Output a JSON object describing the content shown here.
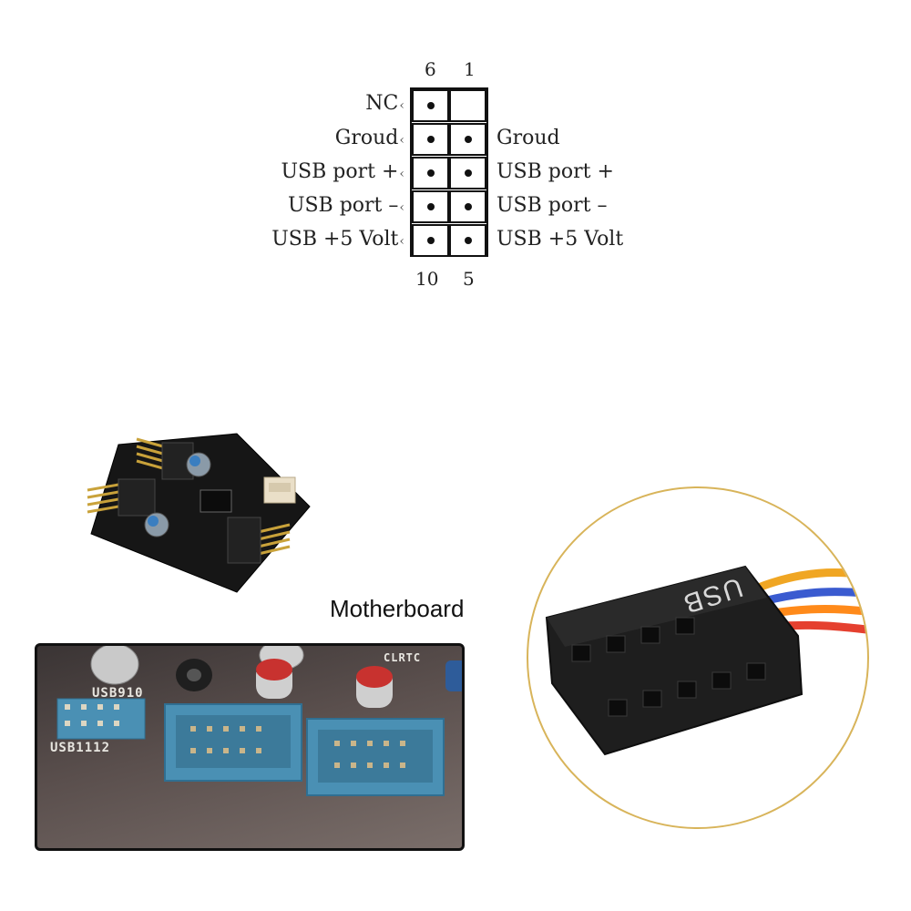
{
  "pinout": {
    "top_left_number": "6",
    "top_right_number": "1",
    "bottom_left_number": "10",
    "bottom_right_number": "5",
    "left_labels": [
      "NC",
      "Groud",
      "USB port +",
      "USB port –",
      "USB +5 Volt"
    ],
    "right_labels": [
      "",
      "Groud",
      "USB port +",
      "USB port –",
      "USB +5 Volt"
    ]
  },
  "photos": {
    "motherboard_title": "Motherboard",
    "mb_silk_usb910": "USB910",
    "mb_silk_usb1112": "USB1112",
    "mb_silk_clrtc": "CLRTC",
    "connector_text": "USB"
  },
  "colors": {
    "header_blue": "#4a90b4",
    "pcb_black": "#161616",
    "connector_black": "#1e1e1e",
    "circle_gold": "#d8b45a"
  }
}
